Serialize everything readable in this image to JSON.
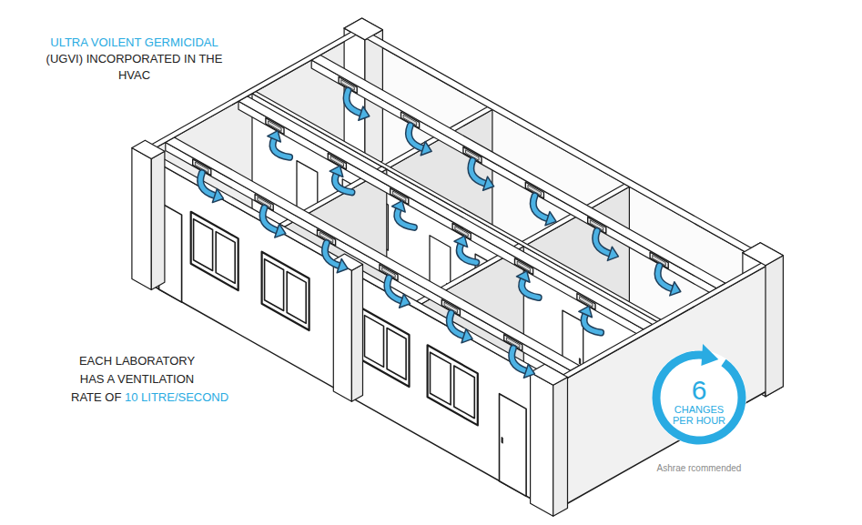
{
  "diagram": {
    "nodes": [
      {
        "text": [
          "6",
          "CHANGES PER HOUR"
        ]
      }
    ],
    "labels": [
      "ULTRA VOILENT GERMICIDAL",
      "(UGVI) INCORPORATED IN THE HVAC",
      "EACH LABORATORY HAS A VENTILATION RATE OF",
      "10 LITRE/SECOND",
      "Ashrae rcommended"
    ]
  }
}
